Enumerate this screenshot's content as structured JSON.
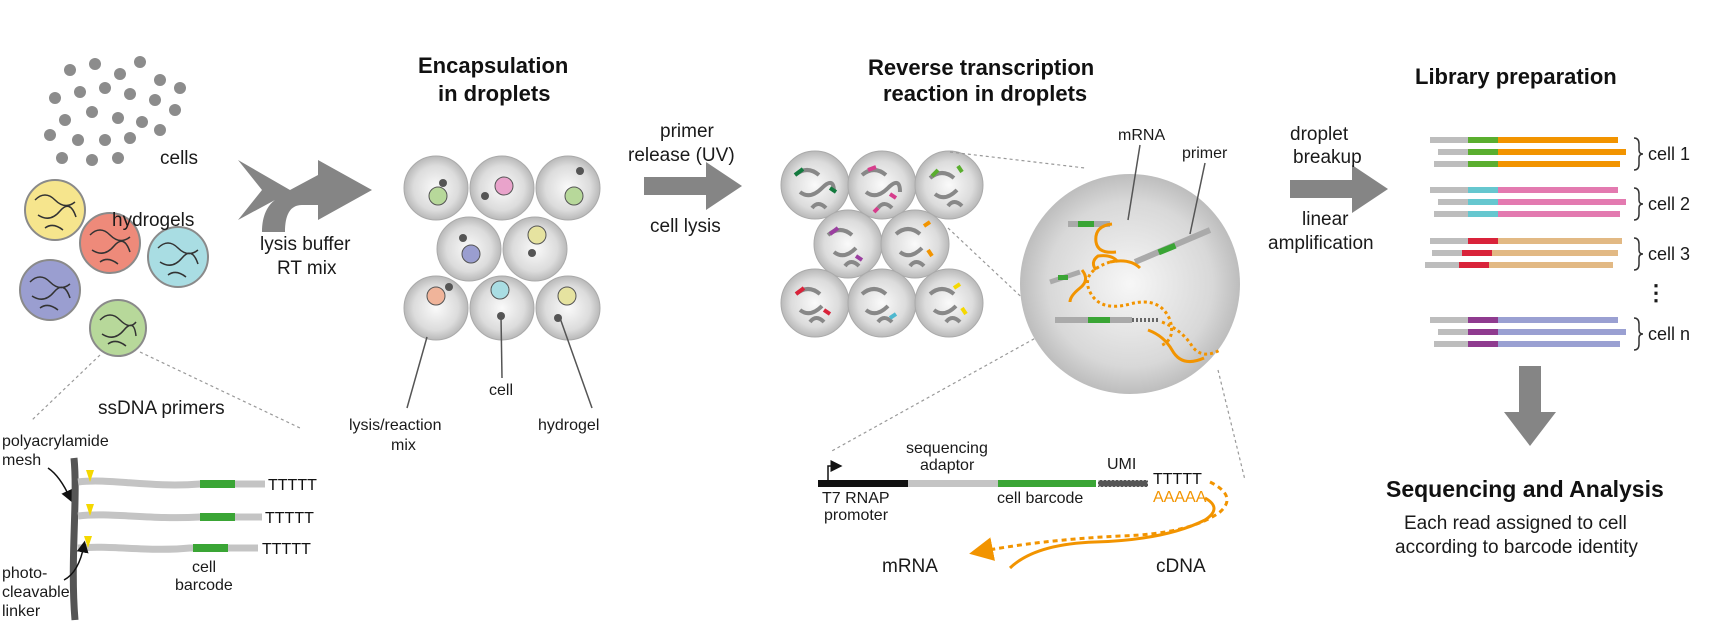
{
  "colors": {
    "arrow": "#858585",
    "orange": "#f29400",
    "green": "#3aa535",
    "droplet": "#d6d6d6",
    "hydrogel_yellow": "#f6e58d",
    "hydrogel_red": "#ee8a7a",
    "hydrogel_blue": "#a9dde3",
    "hydrogel_purple": "#9a9ed0",
    "hydrogel_green": "#b7d89a"
  },
  "panel1": {
    "cells_label": "cells",
    "hydrogels_label": "hydrogels",
    "ssdna_title": "ssDNA primers",
    "polyacrylamide_label_1": "polyacrylamide",
    "polyacrylamide_label_2": "mesh",
    "photo_label_1": "photo-",
    "photo_label_2": "cleavable",
    "photo_label_3": "linker",
    "cell_barcode_label_1": "cell",
    "cell_barcode_label_2": "barcode",
    "polyT": "TTTTT"
  },
  "arrow1": {
    "label_1": "lysis buffer",
    "label_2": "RT mix"
  },
  "panel2": {
    "title_1": "Encapsulation",
    "title_2": "in droplets",
    "lysis_label_1": "lysis/reaction",
    "lysis_label_2": "mix",
    "cell_label": "cell",
    "hydrogel_label": "hydrogel"
  },
  "arrow2": {
    "label_1": "primer",
    "label_2": "release (UV)",
    "label_3": "cell lysis"
  },
  "panel3": {
    "title_1": "Reverse transcription",
    "title_2": "reaction in droplets",
    "mrna_label": "mRNA",
    "primer_label": "primer",
    "sequencing_label_1": "sequencing",
    "sequencing_label_2": "adaptor",
    "umi_label": "UMI",
    "t7_label_1": "T7 RNAP",
    "t7_label_2": "promoter",
    "cell_barcode_label": "cell barcode",
    "polyT": "TTTTT",
    "polyA": "AAAAA",
    "mrna_bottom": "mRNA",
    "cdna_bottom": "cDNA"
  },
  "arrow3": {
    "label_1": "droplet",
    "label_2": "breakup",
    "label_3": "linear",
    "label_4": "amplification"
  },
  "panel4": {
    "title": "Library preparation",
    "cells": [
      "cell 1",
      "cell 2",
      "cell 3",
      "cell n"
    ],
    "ellipsis": "⋮",
    "seq_title": "Sequencing and Analysis",
    "seq_desc_1": "Each read assigned to cell",
    "seq_desc_2": "according to barcode identity"
  }
}
